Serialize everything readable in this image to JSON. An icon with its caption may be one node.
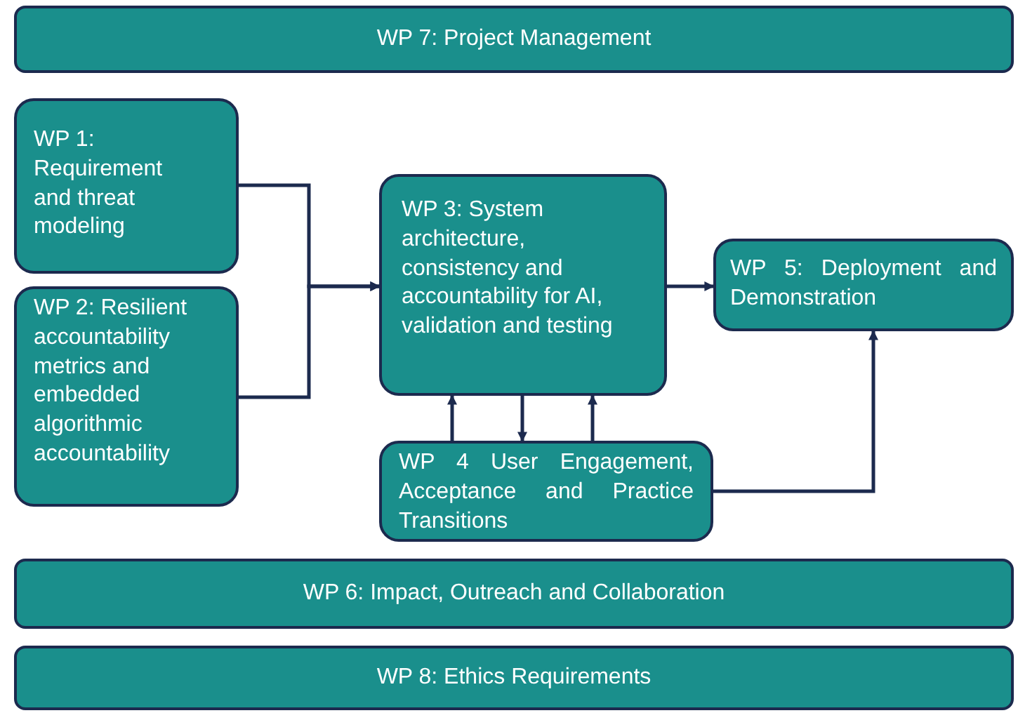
{
  "diagram": {
    "nodes": [
      {
        "text": [
          "WP 7: Project Management"
        ]
      },
      {
        "text": [
          "WP 1: Requirement and threat modeling"
        ]
      },
      {
        "text": [
          "WP 2: Resilient accountability metrics and embedded algorithmic accountability"
        ]
      },
      {
        "text": [
          "WP 3: System architecture, consistency and accountability for AI, validation and testing"
        ]
      },
      {
        "text": [
          "WP 5: Deployment and Demonstration"
        ]
      },
      {
        "text": [
          "WP 4 User Engagement, Acceptance and Practice Transitions"
        ]
      },
      {
        "text": [
          "WP 6: Impact, Outreach and Collaboration"
        ]
      },
      {
        "text": [
          "WP 8: Ethics Requirements"
        ]
      }
    ],
    "edges": [
      {
        "from": 1,
        "to": 3,
        "arrow": "to"
      },
      {
        "from": 2,
        "to": 3,
        "arrow": "to"
      },
      {
        "from": 3,
        "to": 4,
        "arrow": "to"
      },
      {
        "from": 5,
        "to": 3,
        "arrow": "to"
      },
      {
        "from": 3,
        "to": 5,
        "arrow": "to"
      },
      {
        "from": 5,
        "to": 3,
        "arrow": "to"
      },
      {
        "from": 5,
        "to": 4,
        "arrow": "to"
      }
    ]
  }
}
